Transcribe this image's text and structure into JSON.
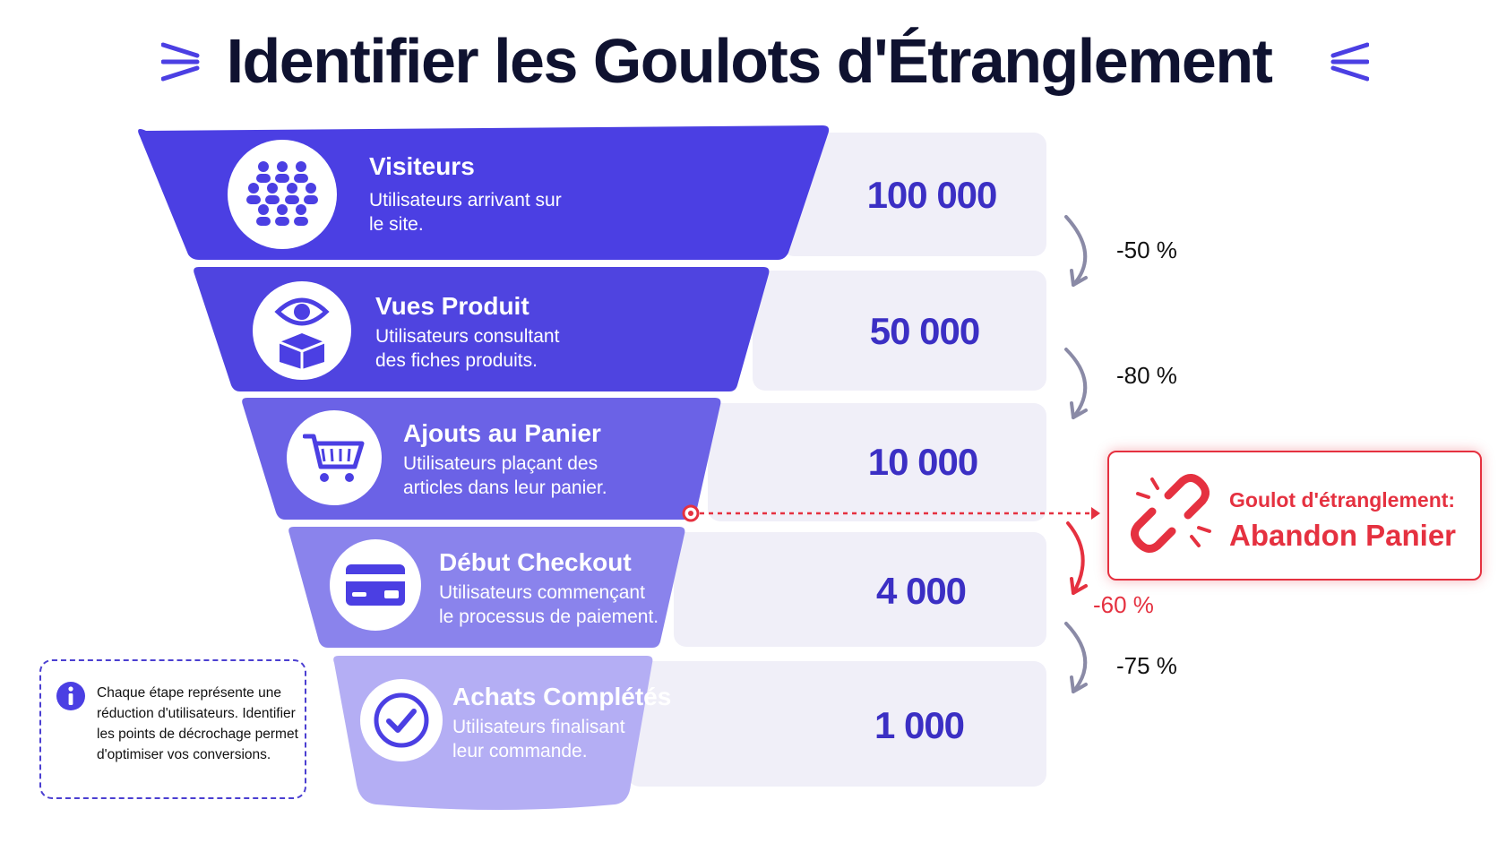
{
  "title": "Identifier les Goulots d'Étranglement",
  "stages": [
    {
      "name": "Visiteurs",
      "desc": "Utilisateurs arrivant sur le site.",
      "value": "100 000",
      "icon": "people-group-icon"
    },
    {
      "name": "Vues Produit",
      "desc": "Utilisateurs consultant des fiches produits.",
      "value": "50 000",
      "icon": "eye-box-icon"
    },
    {
      "name": "Ajouts au Panier",
      "desc": "Utilisateurs plaçant des articles dans leur panier.",
      "value": "10 000",
      "icon": "cart-icon"
    },
    {
      "name": "Début Checkout",
      "desc": "Utilisateurs commençant le processus de paiement.",
      "value": "4 000",
      "icon": "credit-card-icon"
    },
    {
      "name": "Achats Complétés",
      "desc": "Utilisateurs finalisant leur commande.",
      "value": "1 000",
      "icon": "check-circle-icon"
    }
  ],
  "drops": [
    "-50 %",
    "-80 %",
    "-60 %",
    "-75 %"
  ],
  "bottleneck": {
    "label": "Goulot d'étranglement:",
    "value": "Abandon Panier",
    "icon": "broken-chain-icon"
  },
  "info": {
    "icon": "info-icon",
    "text": "Chaque étape représente une réduction d'utilisateurs. Identifier les points de décrochage permet d'optimiser vos conversions."
  },
  "colors": {
    "stage_fills": [
      "#4b3fe3",
      "#4f44e0",
      "#6b62e6",
      "#8a83ec",
      "#b4aef4"
    ],
    "value_text": "#3b2fc4",
    "card_bg": "#f0eff8",
    "bottleneck": "#e53140",
    "title": "#0f1230"
  }
}
